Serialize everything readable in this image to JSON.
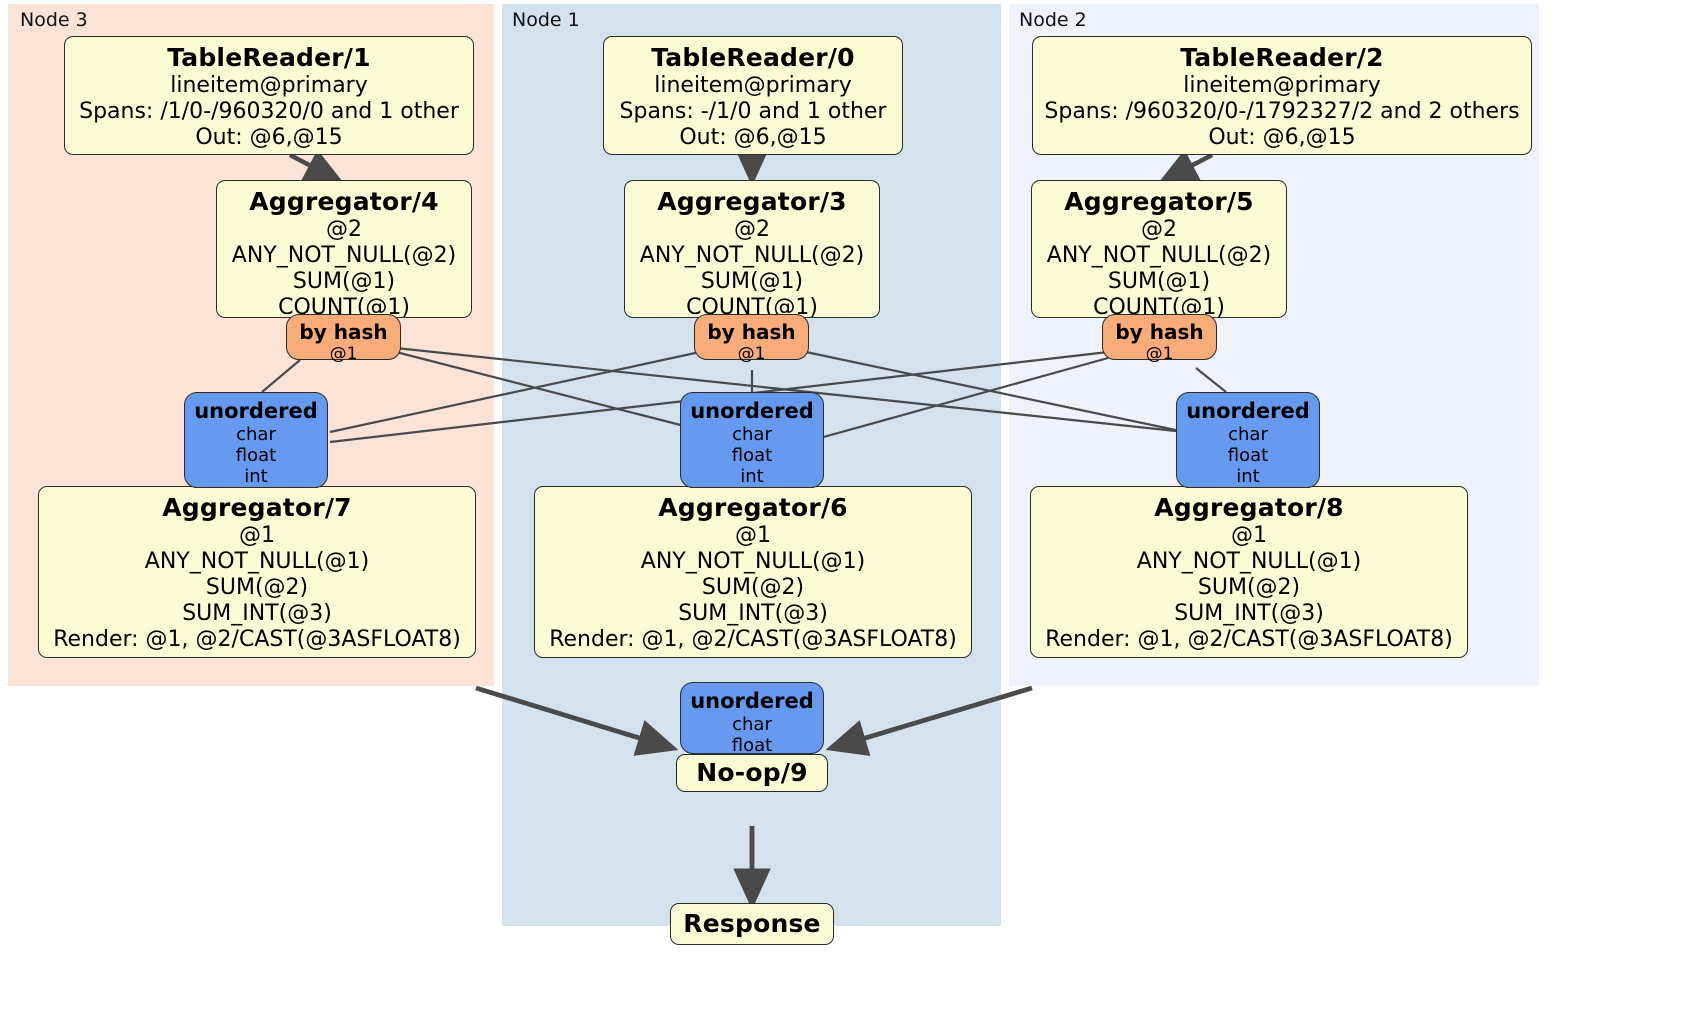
{
  "diagram": {
    "title": "Distributed SQL execution plan",
    "colors": {
      "node3_panel": "#fbe3d6",
      "node1_panel": "#d3e2ec",
      "node2_panel": "#edf2fb",
      "processor_fill": "#fbfbd4",
      "router_fill": "#f7ac79",
      "sync_fill": "#6699f0",
      "edge_stroke": "#4a4a4a",
      "border": "#2b2b2b"
    }
  },
  "panels": [
    {
      "id": "node3",
      "label": "Node 3"
    },
    {
      "id": "node1",
      "label": "Node 1"
    },
    {
      "id": "node2",
      "label": "Node 2"
    }
  ],
  "readers": {
    "tr1": {
      "title": "TableReader/1",
      "table": "lineitem@primary",
      "spans": "Spans: /1/0-/960320/0 and 1 other",
      "out": "Out: @6,@15"
    },
    "tr0": {
      "title": "TableReader/0",
      "table": "lineitem@primary",
      "spans": "Spans: -/1/0 and 1 other",
      "out": "Out: @6,@15"
    },
    "tr2": {
      "title": "TableReader/2",
      "table": "lineitem@primary",
      "spans": "Spans: /960320/0-/1792327/2 and 2 others",
      "out": "Out: @6,@15"
    }
  },
  "aggregators_stage1": {
    "agg4": {
      "title": "Aggregator/4",
      "group": "@2",
      "f1": "ANY_NOT_NULL(@2)",
      "f2": "SUM(@1)",
      "f3": "COUNT(@1)"
    },
    "agg3": {
      "title": "Aggregator/3",
      "group": "@2",
      "f1": "ANY_NOT_NULL(@2)",
      "f2": "SUM(@1)",
      "f3": "COUNT(@1)"
    },
    "agg5": {
      "title": "Aggregator/5",
      "group": "@2",
      "f1": "ANY_NOT_NULL(@2)",
      "f2": "SUM(@1)",
      "f3": "COUNT(@1)"
    }
  },
  "routers": {
    "r_left": {
      "title": "by hash",
      "column": "@1"
    },
    "r_center": {
      "title": "by hash",
      "column": "@1"
    },
    "r_right": {
      "title": "by hash",
      "column": "@1"
    }
  },
  "syncs": {
    "s_left": {
      "title": "unordered",
      "t1": "char",
      "t2": "float",
      "t3": "int"
    },
    "s_center": {
      "title": "unordered",
      "t1": "char",
      "t2": "float",
      "t3": "int"
    },
    "s_right": {
      "title": "unordered",
      "t1": "char",
      "t2": "float",
      "t3": "int"
    },
    "s_final": {
      "title": "unordered",
      "t1": "char",
      "t2": "float"
    }
  },
  "aggregators_stage2": {
    "agg7": {
      "title": "Aggregator/7",
      "group": "@1",
      "f1": "ANY_NOT_NULL(@1)",
      "f2": "SUM(@2)",
      "f3": "SUM_INT(@3)",
      "render": "Render: @1, @2/CAST(@3ASFLOAT8)"
    },
    "agg6": {
      "title": "Aggregator/6",
      "group": "@1",
      "f1": "ANY_NOT_NULL(@1)",
      "f2": "SUM(@2)",
      "f3": "SUM_INT(@3)",
      "render": "Render: @1, @2/CAST(@3ASFLOAT8)"
    },
    "agg8": {
      "title": "Aggregator/8",
      "group": "@1",
      "f1": "ANY_NOT_NULL(@1)",
      "f2": "SUM(@2)",
      "f3": "SUM_INT(@3)",
      "render": "Render: @1, @2/CAST(@3ASFLOAT8)"
    }
  },
  "terminal": {
    "noop": {
      "title": "No-op/9"
    },
    "response": {
      "title": "Response"
    }
  }
}
